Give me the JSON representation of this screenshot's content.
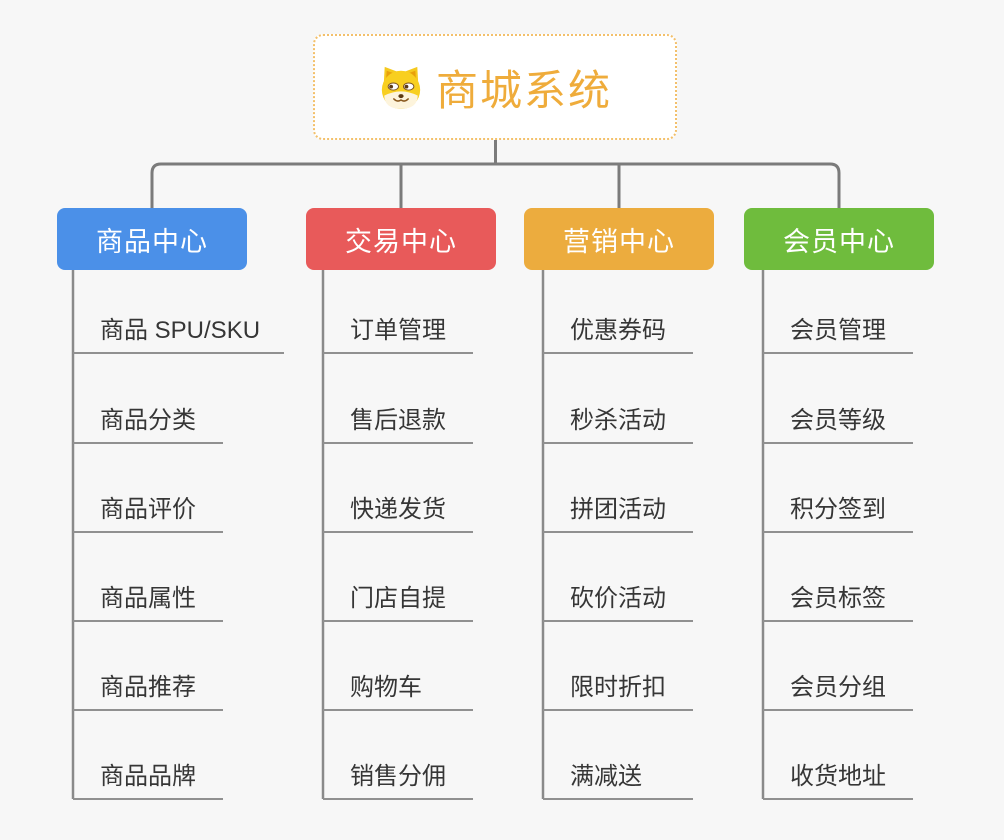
{
  "root": {
    "title": "商城系统",
    "icon": "doge-dog-icon"
  },
  "branches": [
    {
      "label": "商品中心",
      "color": "#4b90e8",
      "children": [
        "商品 SPU/SKU",
        "商品分类",
        "商品评价",
        "商品属性",
        "商品推荐",
        "商品品牌"
      ]
    },
    {
      "label": "交易中心",
      "color": "#e85a5a",
      "children": [
        "订单管理",
        "售后退款",
        "快递发货",
        "门店自提",
        "购物车",
        "销售分佣"
      ]
    },
    {
      "label": "营销中心",
      "color": "#ecac3e",
      "children": [
        "优惠券码",
        "秒杀活动",
        "拼团活动",
        "砍价活动",
        "限时折扣",
        "满减送"
      ]
    },
    {
      "label": "会员中心",
      "color": "#6fbc3d",
      "children": [
        "会员管理",
        "会员等级",
        "积分签到",
        "会员标签",
        "会员分组",
        "收货地址"
      ]
    }
  ],
  "colors": {
    "background": "#f7f7f7",
    "connector": "#7e7e7e",
    "root_text": "#efac3b",
    "root_border": "#f3c06b",
    "child_text": "#363636"
  }
}
